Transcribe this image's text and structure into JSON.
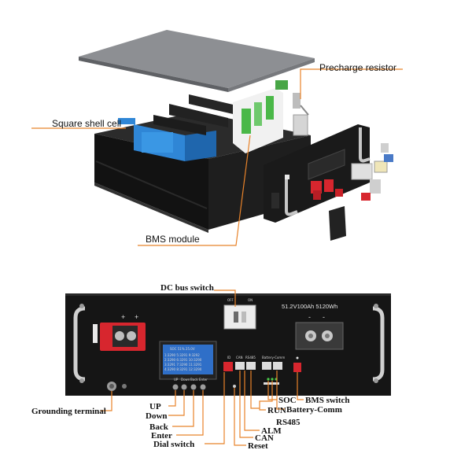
{
  "top_labels": {
    "precharge": "Precharge resistor",
    "square_shell": "Square shell cell",
    "bms_module": "BMS module"
  },
  "panel": {
    "spec": "51.2V100Ah  5120Wh",
    "off": "OFF",
    "on": "ON",
    "plus1": "+",
    "plus2": "+",
    "minus1": "-",
    "minus2": "-",
    "port_id": "ID",
    "port_can": "CAN",
    "port_rs485": "RS485",
    "port_batt": "Battery-Comm",
    "btn_up": "UP",
    "btn_down": "Down",
    "btn_back": "Back",
    "btn_enter": "Enter",
    "lcd_title": "SOC  51%  25.0V",
    "lcd_rows": [
      "1:3290   5:3291   9:3292",
      "2:3290   6:3291  10:3290",
      "3:3291   7:3290  11:3291",
      "4:3290   8:3291  12:3290"
    ]
  },
  "bottom_labels": {
    "dc_bus": "DC bus switch",
    "grounding": "Grounding terminal",
    "up": "UP",
    "down": "Down",
    "back": "Back",
    "enter": "Enter",
    "dial": "Dial switch",
    "reset": "Reset",
    "can": "CAN",
    "alm": "ALM",
    "rs485": "RS485",
    "run": "RUN",
    "soc": "SOC",
    "battery_comm": "Battery-Comm",
    "bms_switch": "BMS switch"
  },
  "colors": {
    "leader": "#e8832a",
    "cell_blue": "#2f86d6",
    "terminal_red": "#d7262e",
    "lcd_blue": "#2f6fc8",
    "housing": "#151515"
  }
}
